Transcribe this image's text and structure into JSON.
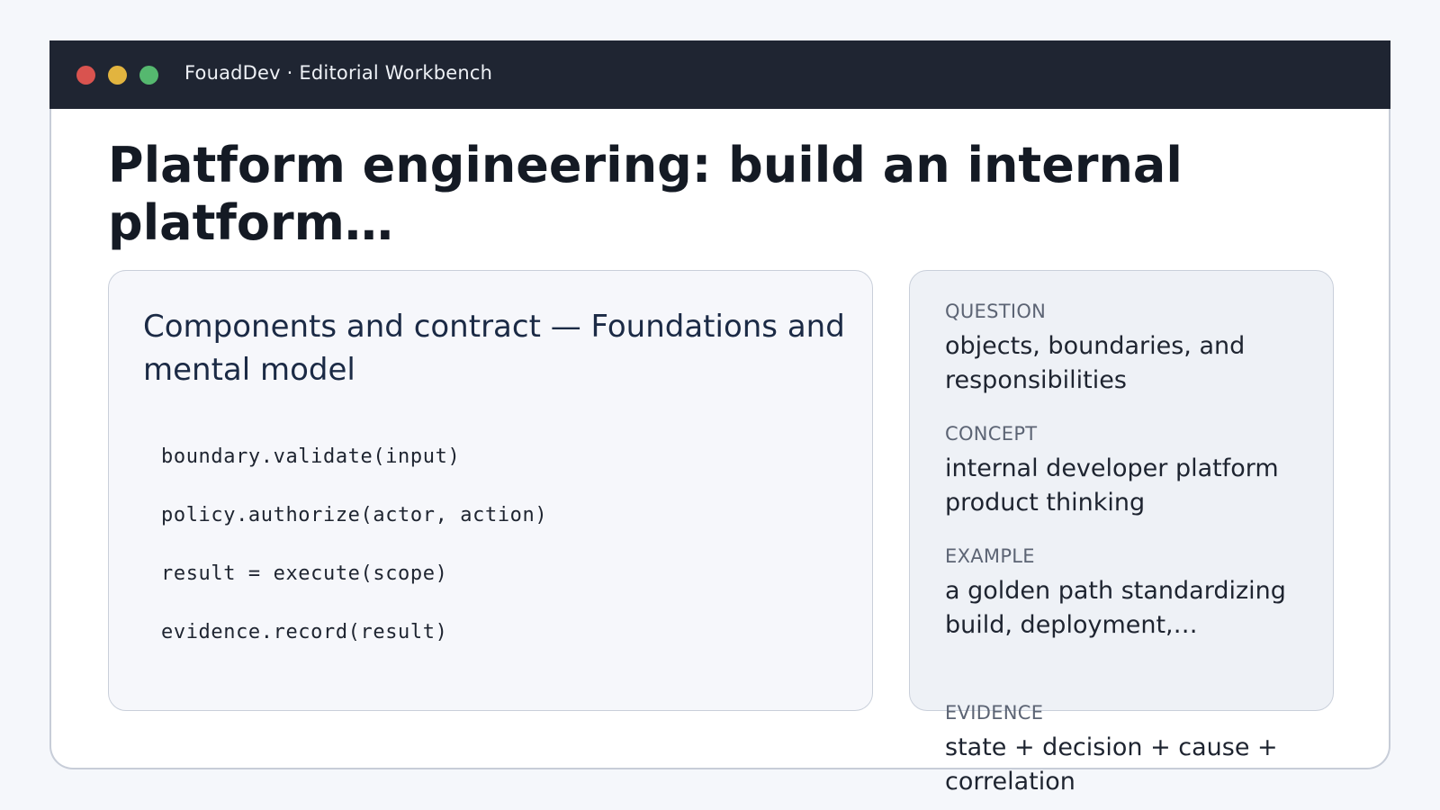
{
  "window": {
    "title": "FouadDev · Editorial Workbench"
  },
  "page": {
    "title": "Platform engineering: build an internal platform…"
  },
  "main_card": {
    "heading": "Components and contract — Foundations and mental model",
    "code_lines": [
      "boundary.validate(input)",
      "policy.authorize(actor, action)",
      "result = execute(scope)",
      "evidence.record(result)"
    ]
  },
  "side_panel": {
    "sections": [
      {
        "label": "QUESTION",
        "value": "objects, boundaries, and responsibilities"
      },
      {
        "label": "CONCEPT",
        "value": "internal developer platform product thinking"
      },
      {
        "label": "EXAMPLE",
        "value": "a golden path standardizing build, deployment,…"
      },
      {
        "label": "EVIDENCE",
        "value": "state + decision + cause + correlation"
      }
    ]
  },
  "colors": {
    "titlebar": "#1f2532",
    "close": "#d9534f",
    "minimize": "#e2b43f",
    "maximize": "#55b86f"
  }
}
